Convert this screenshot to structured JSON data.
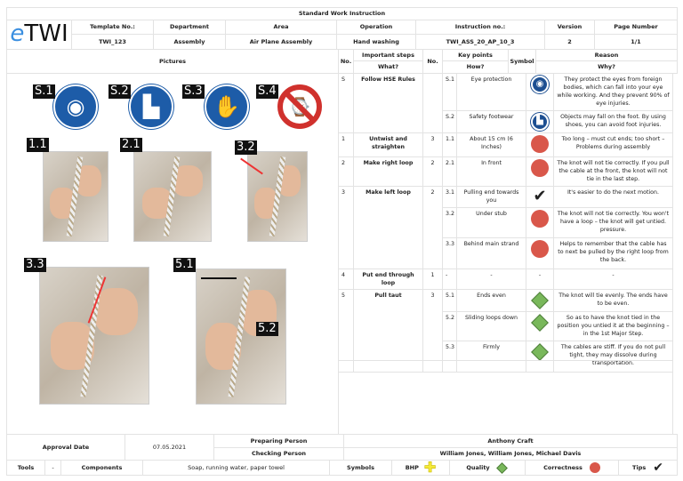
{
  "title": "Standard Work Instruction",
  "logo": {
    "e": "e",
    "rest": "TWI"
  },
  "header": {
    "labels": [
      "Template No.:",
      "Department",
      "Area",
      "Operation",
      "Instruction no.:",
      "Version",
      "Page Number"
    ],
    "values": [
      "TWI_123",
      "Assembly",
      "Air Plane Assembly",
      "Hand washing",
      "TWI_ASS_20_AP_10_3",
      "2",
      "1/1"
    ]
  },
  "pictures": {
    "title": "Pictures",
    "labels": [
      "S.1",
      "S.2",
      "S.3",
      "S.4",
      "1.1",
      "2.1",
      "3.2",
      "3.3",
      "5.1",
      "5.2"
    ]
  },
  "steps_header": {
    "no": "No.",
    "important": "Important steps",
    "what": "What?",
    "no2": "No.",
    "key": "Key points",
    "how": "How?",
    "symbol": "Symbol",
    "reason": "Reason",
    "why": "Why?"
  },
  "steps": [
    {
      "no": "S",
      "what": "Follow HSE Rules",
      "count": "",
      "points": [
        {
          "no": "S.1",
          "how": "Eye protection",
          "symbol": "eye-protection-icon",
          "why": "They protect the eyes from foreign bodies, which can fall into your eye while working. And they prevent 90% of eye injuries."
        },
        {
          "no": "S.2",
          "how": "Safety footwear",
          "symbol": "safety-footwear-icon",
          "why": "Objects may fall on the foot. By using shoes, you can avoid foot injuries."
        }
      ]
    },
    {
      "no": "1",
      "what": "Untwist and straighten",
      "count": "3",
      "points": [
        {
          "no": "1.1",
          "how": "About 15 cm (6 Inches)",
          "symbol": "correctness",
          "why": "Too long – must cut ends; too short – Problems during assembly"
        }
      ]
    },
    {
      "no": "2",
      "what": "Make right loop",
      "count": "2",
      "points": [
        {
          "no": "2.1",
          "how": "In front",
          "symbol": "correctness",
          "why": "The knot will not tie correctly. If you pull the cable at the front, the knot will not tie in the last step."
        }
      ]
    },
    {
      "no": "3",
      "what": "Make left loop",
      "count": "2",
      "points": [
        {
          "no": "3.1",
          "how": "Pulling end towards you",
          "symbol": "tips",
          "why": "It's easier to do the next motion."
        },
        {
          "no": "3.2",
          "how": "Under stub",
          "symbol": "correctness",
          "why": "The knot will not tie correctly. You won't have a loop – the knot will get untied. pressure."
        },
        {
          "no": "3.3",
          "how": "Behind main strand",
          "symbol": "correctness",
          "why": "Helps to remember that the cable has to next be pulled by the right loop from the back."
        }
      ]
    },
    {
      "no": "4",
      "what": "Put end through loop",
      "count": "1",
      "points": [
        {
          "no": "-",
          "how": "-",
          "symbol_text": "-",
          "why": "-"
        }
      ]
    },
    {
      "no": "5",
      "what": "Pull taut",
      "count": "3",
      "points": [
        {
          "no": "5.1",
          "how": "Ends even",
          "symbol": "quality",
          "why": "The knot will tie evenly. The ends have to be even."
        },
        {
          "no": "5.2",
          "how": "Sliding loops down",
          "symbol": "quality",
          "why": "So as to have the knot tied in the position you untied it at the beginning – in the 1st Major Step."
        },
        {
          "no": "5.3",
          "how": "Firmly",
          "symbol": "quality",
          "why": "The cables are stiff. If you do not pull tight, they may dissolve during transportation."
        }
      ]
    }
  ],
  "footer": {
    "approval_label": "Approval Date",
    "approval_date": "07.05.2021",
    "preparing_label": "Preparing Person",
    "preparing": "Anthony Craft",
    "checking_label": "Checking Person",
    "checking": "William Jones, William Jones, Michael Davis",
    "tools_label": "Tools",
    "tools": "-",
    "components_label": "Components",
    "components": "Soap, running water, paper towel",
    "symbols_label": "Symbols",
    "bhp": "BHP",
    "quality": "Quality",
    "correctness": "Correctness",
    "tips": "Tips"
  },
  "colors": {
    "correctness": "#d9574a",
    "quality": "#79b85b",
    "bhp": "#f5ea3a",
    "sign_blue": "#1d5ca8",
    "logo_e": "#3b8fe0"
  }
}
